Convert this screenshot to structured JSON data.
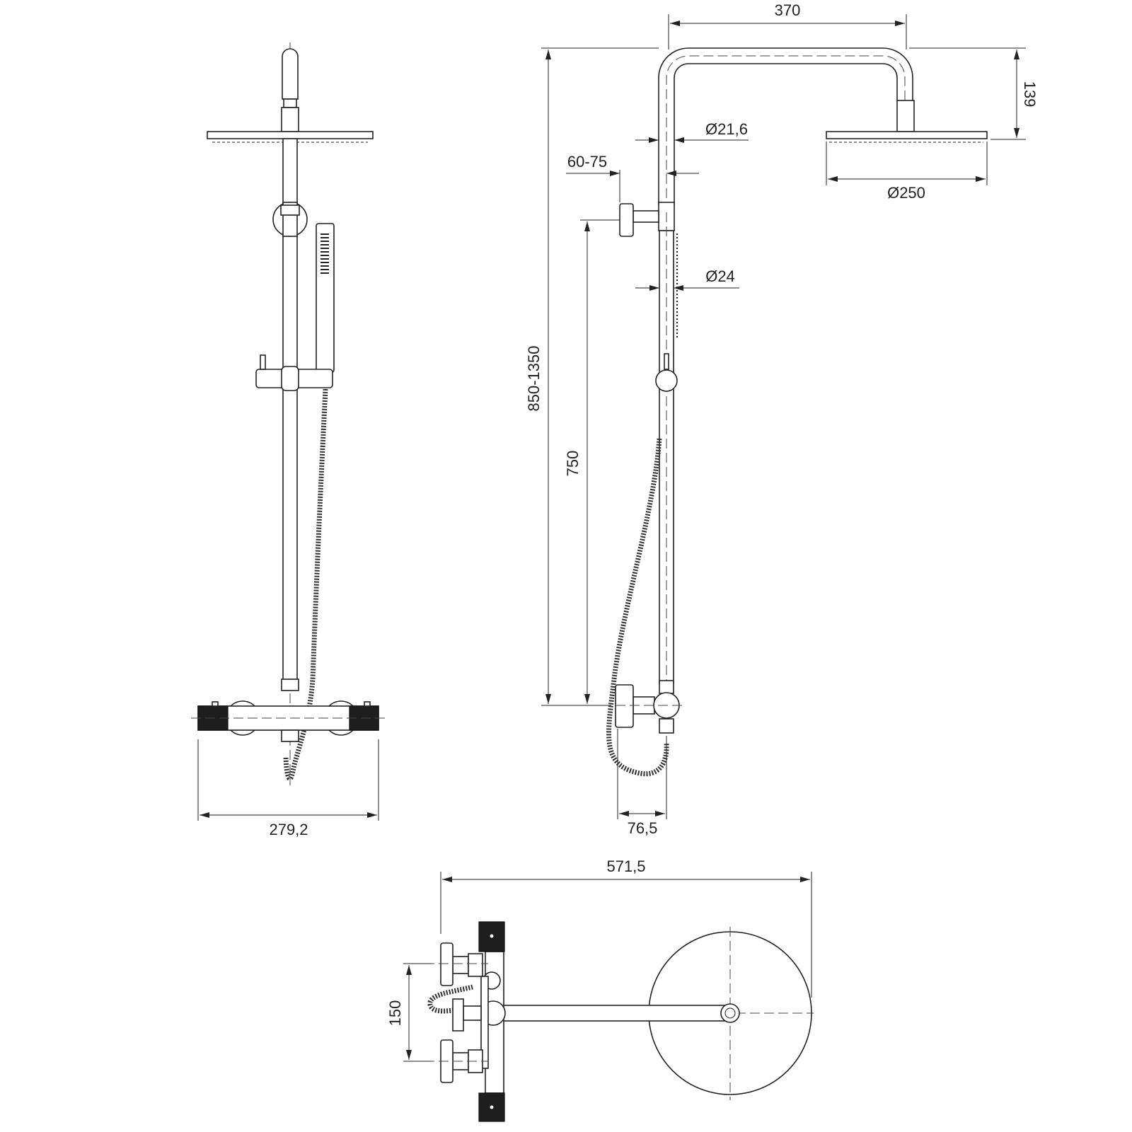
{
  "drawing": {
    "front_view": {
      "width_label": "279,2"
    },
    "side_view": {
      "arm_length_label": "370",
      "head_drop_label": "139",
      "arm_diameter_label": "Ø21,6",
      "wall_offset_label": "60-75",
      "head_diameter_label": "Ø250",
      "rail_diameter_label": "Ø24",
      "height_range_label": "850-1350",
      "rail_height_label": "750",
      "mixer_depth_label": "76,5"
    },
    "top_view": {
      "total_depth_label": "571,5",
      "inlet_spacing_label": "150"
    }
  }
}
